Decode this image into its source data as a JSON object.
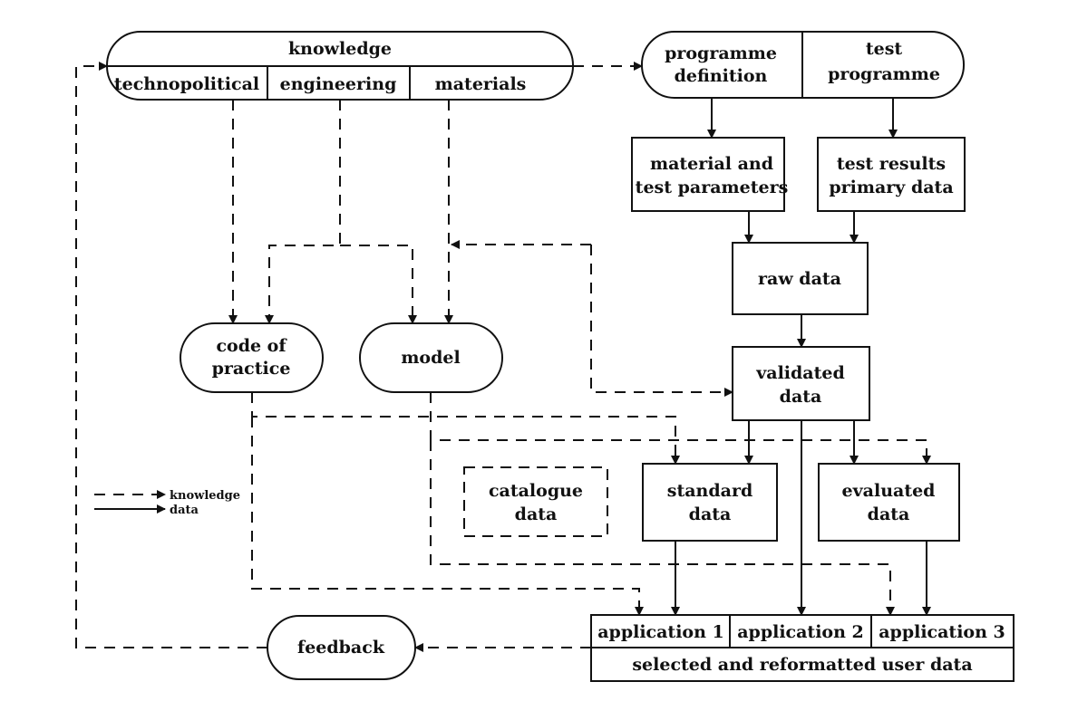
{
  "knowledge": {
    "title": "knowledge",
    "parts": [
      "technopolitical",
      "engineering",
      "materials"
    ]
  },
  "programme": {
    "definition_line1": "programme",
    "definition_line2": "definition",
    "test_line1": "test",
    "test_line2": "programme"
  },
  "material_params": {
    "line1": "material and",
    "line2": "test parameters"
  },
  "test_results": {
    "line1": "test results",
    "line2": "primary data"
  },
  "raw_data": "raw data",
  "validated_data": {
    "line1": "validated",
    "line2": "data"
  },
  "code_of_practice": {
    "line1": "code of",
    "line2": "practice"
  },
  "model": "model",
  "catalogue_data": {
    "line1": "catalogue",
    "line2": "data"
  },
  "standard_data": {
    "line1": "standard",
    "line2": "data"
  },
  "evaluated_data": {
    "line1": "evaluated",
    "line2": "data"
  },
  "applications": [
    "application 1",
    "application 2",
    "application 3"
  ],
  "user_data": "selected and reformatted user data",
  "feedback": "feedback",
  "legend": {
    "knowledge": "knowledge",
    "data": "data"
  }
}
